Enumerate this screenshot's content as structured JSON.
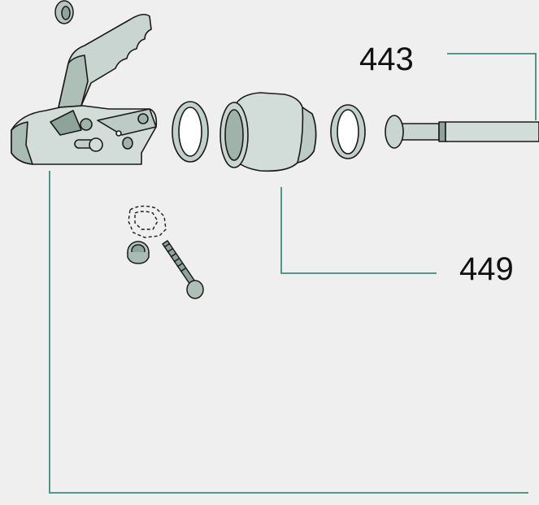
{
  "callouts": [
    {
      "id": "443",
      "label": "443"
    },
    {
      "id": "449",
      "label": "449"
    }
  ],
  "colors": {
    "background": "#efefef",
    "part_fill": "#d2dcd8",
    "part_shade": "#9fb3ab",
    "part_dark": "#7e948b",
    "outline": "#1a1a1a",
    "leader_line": "#3f8c7c"
  }
}
